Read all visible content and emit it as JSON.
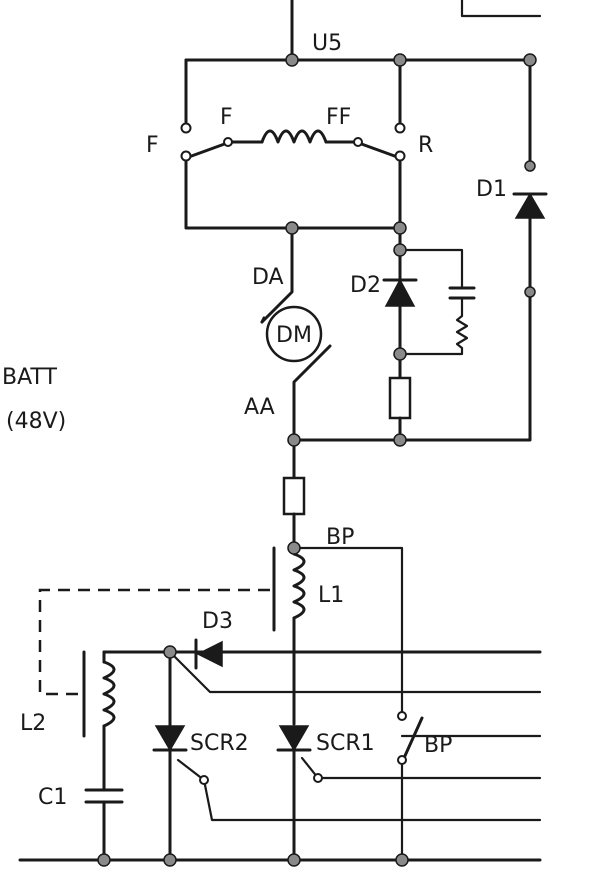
{
  "labels": {
    "u5": "U5",
    "f_terminal_left": "F",
    "f_coil": "F",
    "ff_coil": "FF",
    "r_terminal": "R",
    "d1": "D1",
    "d2": "D2",
    "da": "DA",
    "dm": "DM",
    "aa": "AA",
    "batt_line1": "BATT",
    "batt_line2": "(48V)",
    "bp_top": "BP",
    "l1": "L1",
    "d3": "D3",
    "l2": "L2",
    "scr2": "SCR2",
    "scr1": "SCR1",
    "bp_switch": "BP",
    "c1": "C1"
  }
}
